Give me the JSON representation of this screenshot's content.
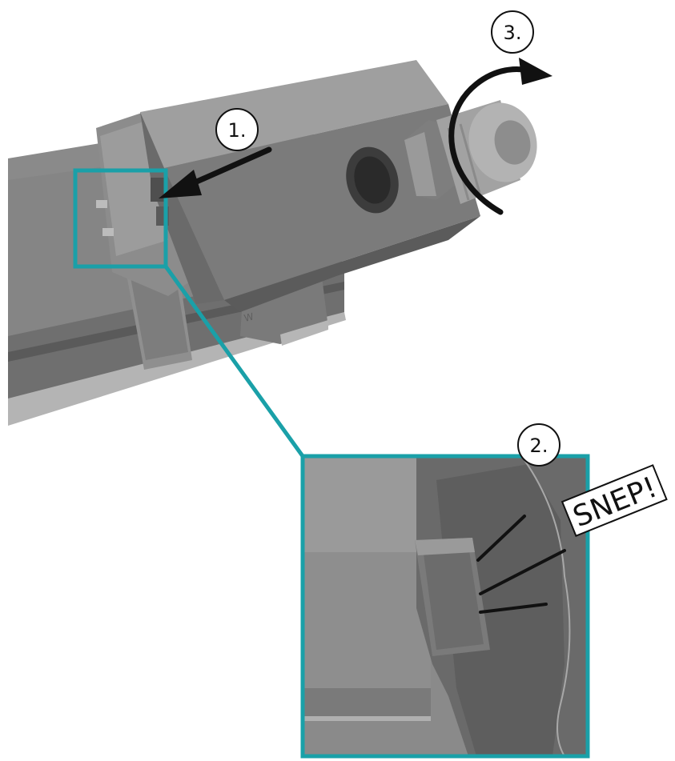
{
  "colors": {
    "background": "#ffffff",
    "housing_light": "#9a9a9a",
    "housing_mid": "#808080",
    "housing_dark": "#5e5e5e",
    "housing_shadow": "#474747",
    "highlight_box": "#1aa0a8",
    "arrow": "#111111",
    "label_stroke": "#111111"
  },
  "steps": [
    {
      "label": "1."
    },
    {
      "label": "2."
    },
    {
      "label": "3."
    }
  ],
  "callout": {
    "text": "SNEP!"
  },
  "icons": {
    "push_arrow": "arrow-push-icon",
    "rotate_arrow": "arrow-rotate-icon",
    "snap_lines": "snap-burst-icon"
  }
}
